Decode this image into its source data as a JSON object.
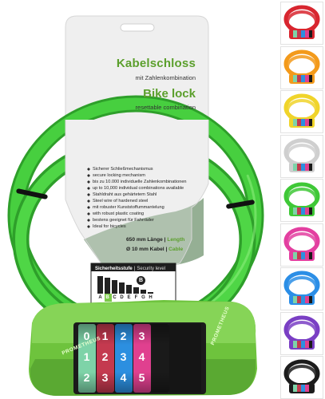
{
  "card": {
    "title_de": "Kabelschloss",
    "subtitle_de": "mit Zahlenkombination",
    "title_en": "Bike lock",
    "subtitle_en": "resettable combination"
  },
  "features": [
    "Sicherer Schließmechanismus",
    "secure locking mechanism",
    "bis zu 10.000 individuelle Zahlenkombinationen",
    "up to 10,000 individual combinations available",
    "Stahldraht aus gehärtetem Stahl",
    "Steel wire of hardened steel",
    "mit robuster Kunststoffummantelung",
    "with robust plastic coating",
    "bestens geeignet für Fahrräder",
    "Ideal for bicycles"
  ],
  "specs": {
    "length": "650 mm Länge",
    "length_en": "Length",
    "cable": "Ø 10 mm Kabel",
    "cable_en": "Cable"
  },
  "security": {
    "title_de": "Sicherheitsstufe",
    "title_en": "Security level",
    "levels": [
      "A",
      "B",
      "C",
      "D",
      "E",
      "F",
      "G",
      "H"
    ],
    "value": "B"
  },
  "brand": "PROMETHEUS",
  "dials": [
    {
      "color": "#7ed3a8",
      "digits": [
        "0",
        "1",
        "2"
      ]
    },
    {
      "color": "#c43a4f",
      "digits": [
        "1",
        "2",
        "3"
      ]
    },
    {
      "color": "#2c8fe0",
      "digits": [
        "2",
        "3",
        "4"
      ]
    },
    {
      "color": "#e0408f",
      "digits": [
        "3",
        "4",
        "5"
      ]
    },
    {
      "color": "#1a1a1a",
      "digits": [
        "",
        "",
        ""
      ]
    }
  ],
  "colors": {
    "cable_green": "#3fc837",
    "card_green": "#5b9f2c",
    "body_green": "#7cc94a"
  },
  "color_variants": [
    "#d8262f",
    "#f39a1b",
    "#f0d42a",
    "#f2f2f2",
    "#3fc837",
    "#e33fa0",
    "#2b8ee6",
    "#7a3fc4",
    "#1c1c1c"
  ]
}
